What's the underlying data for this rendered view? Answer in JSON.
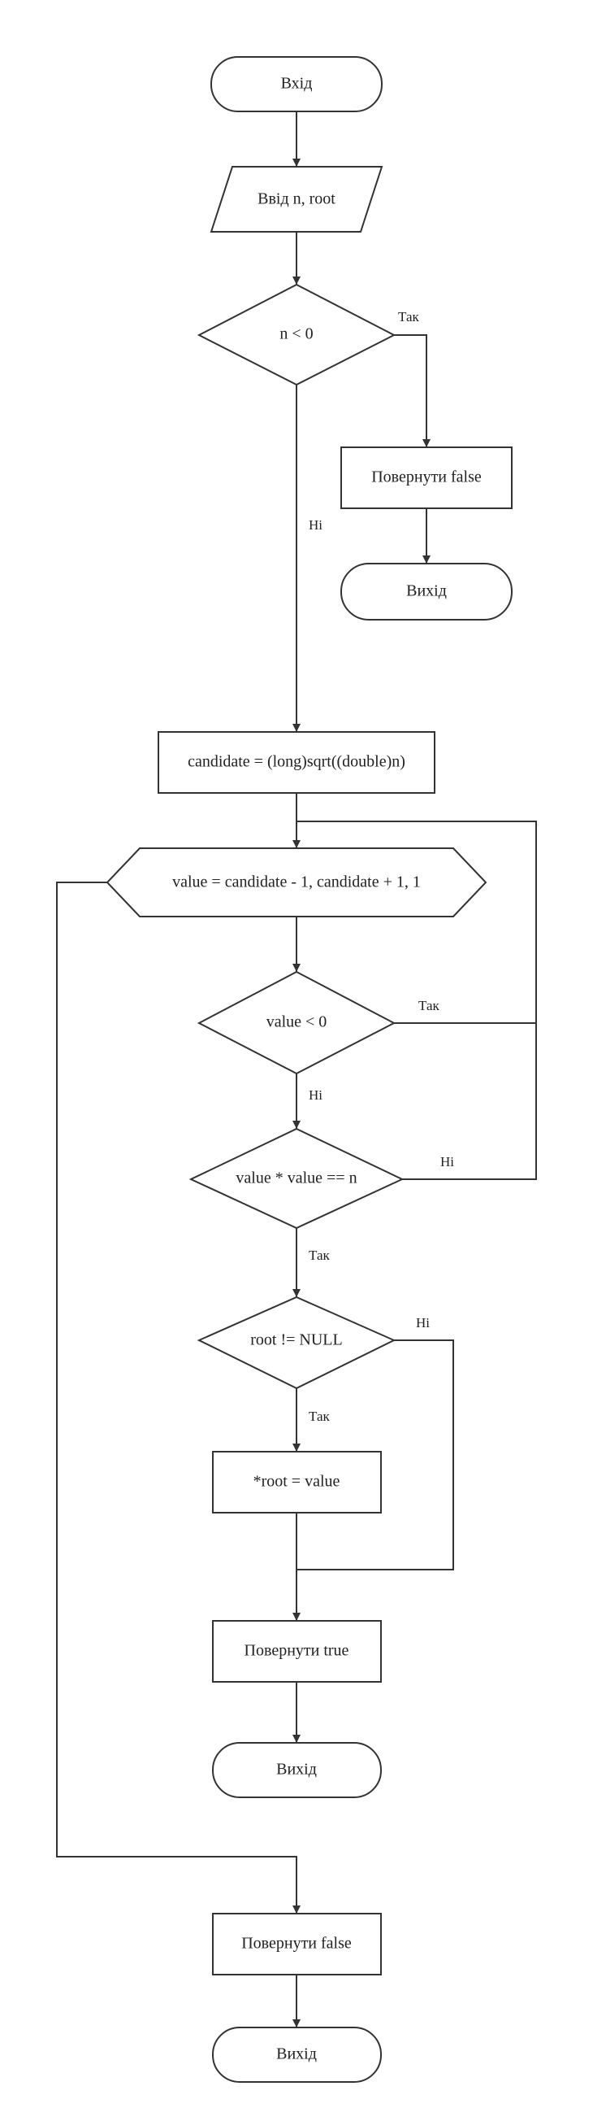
{
  "nodes": {
    "start": "Вхід",
    "input": "Ввід n, root",
    "check_negative": "n < 0",
    "return_false_1": "Повернути false",
    "exit_1": "Вихід",
    "calc_candidate": "candidate = (long)sqrt((double)n)",
    "loop": "value = candidate - 1, candidate + 1, 1",
    "check_value_negative": "value < 0",
    "check_square": "value * value == n",
    "check_root_null": "root != NULL",
    "assign_root": "*root = value",
    "return_true": "Повернути true",
    "exit_2": "Вихід",
    "return_false_2": "Повернути false",
    "exit_3": "Вихід"
  },
  "edge_labels": {
    "yes": "Так",
    "no": "Ні"
  },
  "colors": {
    "line": "#333333",
    "text": "#222222",
    "background": "#ffffff"
  }
}
